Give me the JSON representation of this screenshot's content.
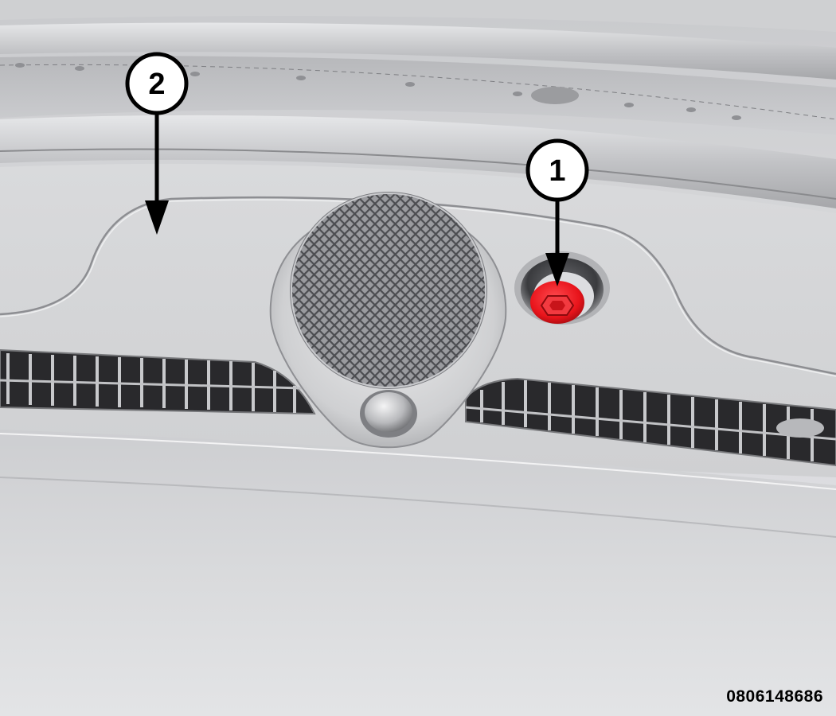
{
  "figure": {
    "id": "0806148686"
  },
  "callouts": [
    {
      "number": "1"
    },
    {
      "number": "2"
    }
  ],
  "colors": {
    "background": "#ffffff",
    "panel": "#d5d6d8",
    "panel_dark": "#b4b5b8",
    "vent": "#1f1f22",
    "speaker_mesh": "#5a5a5e",
    "highlight_part": "#e8141b",
    "callout_fill": "#ffffff",
    "callout_stroke": "#000000"
  },
  "icons": {
    "callout_marker": "circled-number-icon",
    "pointer": "arrow-down-icon",
    "part": "fastener-cap-icon"
  }
}
